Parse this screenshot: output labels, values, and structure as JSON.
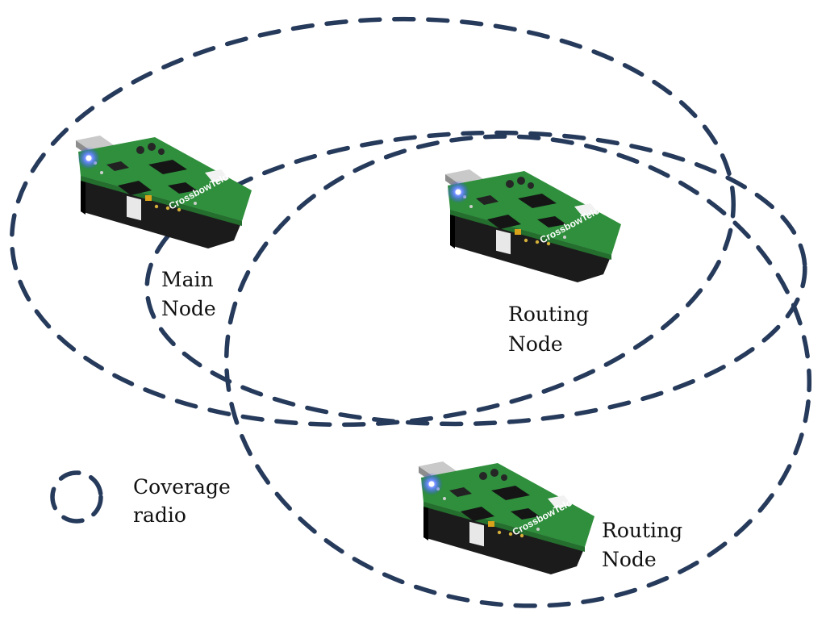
{
  "diagram": {
    "nodes": [
      {
        "id": "main",
        "line1": "Main",
        "line2": "Node",
        "board_label": "CrossbowTelos"
      },
      {
        "id": "routing-1",
        "line1": "Routing",
        "line2": "Node",
        "board_label": "CrossbowTelos"
      },
      {
        "id": "routing-2",
        "line1": "Routing",
        "line2": "Node",
        "board_label": "CrossbowTelos"
      }
    ],
    "legend": {
      "line1": "Coverage",
      "line2": "radio"
    }
  },
  "colors": {
    "coverage_dash": "#263a5b",
    "board_green": "#2f8f3c",
    "board_edge": "#246e2e",
    "case_black": "#1b1b1b",
    "usb_metal": "#b8b8b8",
    "led_blue": "#4a6dff"
  }
}
